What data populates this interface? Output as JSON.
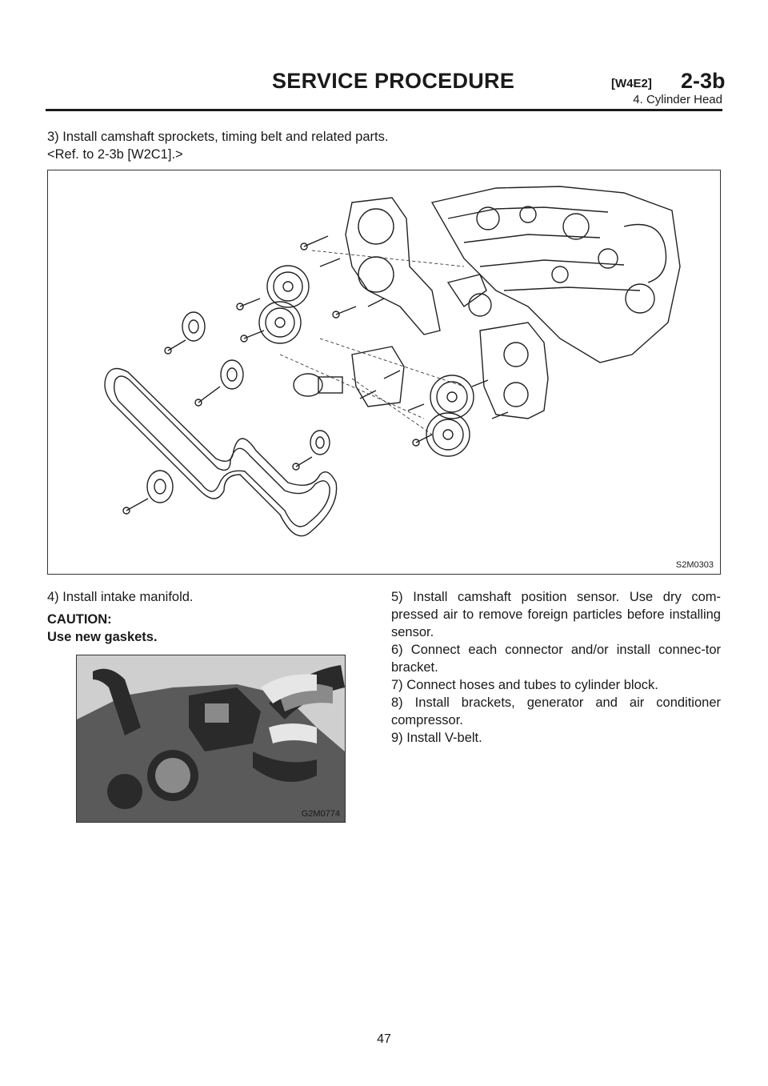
{
  "header": {
    "title": "SERVICE PROCEDURE",
    "code": "[W4E2]",
    "section": "2-3b",
    "subtitle": "4. Cylinder Head"
  },
  "step3": {
    "text": "3) Install camshaft sprockets, timing belt and related parts.",
    "ref": "<Ref. to 2-3b [W2C1].>"
  },
  "figures": {
    "main_label": "S2M0303",
    "small_label": "G2M0774"
  },
  "step4": {
    "text": "4) Install intake manifold.",
    "caution_title": "CAUTION:",
    "caution_text": "Use new gaskets."
  },
  "right_steps": [
    "5) Install camshaft position sensor. Use dry com-pressed air to remove foreign particles before installing sensor.",
    "6) Connect each connector and/or install connec-tor bracket.",
    "7) Connect hoses and tubes to cylinder block.",
    "8) Install brackets, generator and air conditioner compressor.",
    "9) Install V-belt."
  ],
  "page_number": "47"
}
